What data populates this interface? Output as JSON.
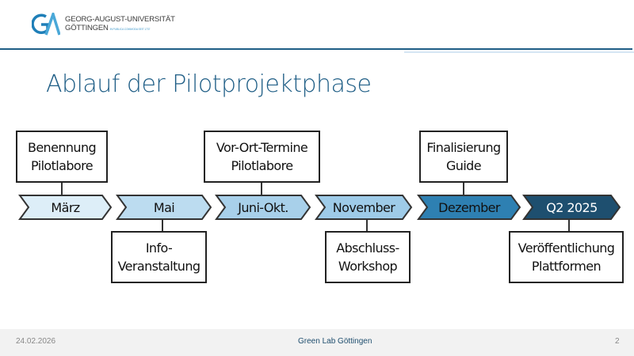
{
  "header": {
    "logo_line1": "GEORG-AUGUST-UNIVERSITÄT",
    "logo_line2": "GÖTTINGEN",
    "logo_tagline": "IN PUBLICA COMMODA SEIT 1737",
    "logo_mark": "GA"
  },
  "title": "Ablauf der Pilotprojektphase",
  "timeline": [
    {
      "label": "März",
      "color": "#ddeef8",
      "text_color": "#111111"
    },
    {
      "label": "Mai",
      "color": "#bcdcf0",
      "text_color": "#111111"
    },
    {
      "label": "Juni-Okt.",
      "color": "#a8d0ea",
      "text_color": "#111111"
    },
    {
      "label": "November",
      "color": "#9ecbe8",
      "text_color": "#111111"
    },
    {
      "label": "Dezember",
      "color": "#2e80b2",
      "text_color": "#111111"
    },
    {
      "label": "Q2 2025",
      "color": "#1e4f6f",
      "text_color": "#ffffff"
    }
  ],
  "events_top": [
    "Benennung\nPilotlabore",
    "Vor-Ort-Termine\nPilotlabore",
    "Finalisierung\nGuide"
  ],
  "events_bottom": [
    "Info-\nVeranstaltung",
    "Abschluss-\nWorkshop",
    "Veröffentlichung\nPlattformen"
  ],
  "footer": {
    "date": "24.02.2026",
    "center": "Green Lab Göttingen",
    "page": "2"
  }
}
